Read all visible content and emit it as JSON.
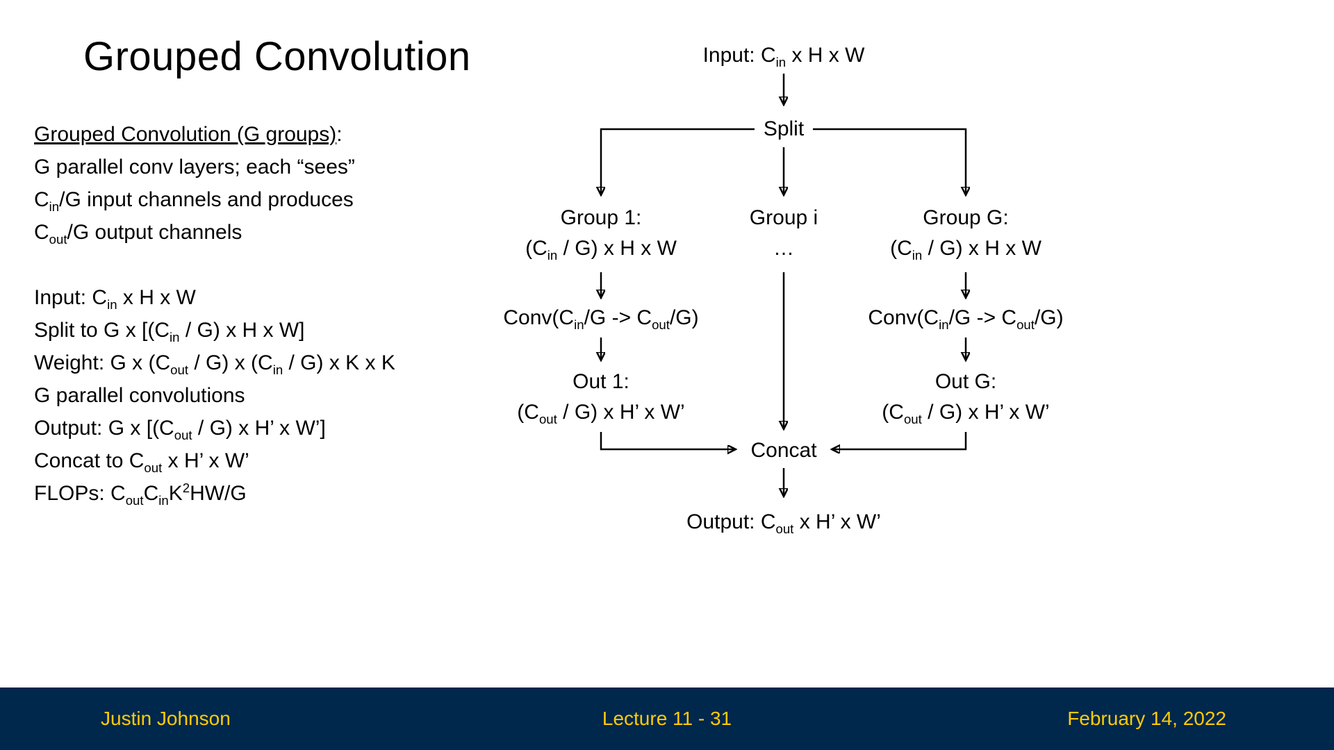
{
  "slide": {
    "title": "Grouped Convolution",
    "left": {
      "heading_underlined": "Grouped Convolution (G groups)",
      "heading_suffix": ":",
      "intro_lines": [
        "G parallel conv layers; each “sees”",
        "C_{in}/G input channels and produces",
        "C_{out}/G output channels"
      ],
      "detail_lines": [
        "Input: C_{in} x H x W",
        "Split to G x [(C_{in} / G) x H x W]",
        "Weight: G x (C_{out} / G) x (C_{in} / G) x K x K",
        "G parallel convolutions",
        "Output: G x [(C_{out} / G) x H’ x W’]",
        "Concat to C_{out} x H’ x W’",
        "FLOPs: C_{out}C_{in}K^{2}HW/G"
      ]
    },
    "diagram": {
      "input": "Input: C_{in} x H x W",
      "split": "Split",
      "group1_line1": "Group 1:",
      "group1_line2": "(C_{in} / G) x H x W",
      "groupi_line1": "Group i",
      "groupi_line2": "…",
      "groupG_line1": "Group G:",
      "groupG_line2": "(C_{in} / G) x H x W",
      "conv1": "Conv(C_{in}/G -> C_{out}/G)",
      "convG": "Conv(C_{in}/G -> C_{out}/G)",
      "out1_line1": "Out 1:",
      "out1_line2": "(C_{out} / G) x H’ x W’",
      "outG_line1": "Out G:",
      "outG_line2": "(C_{out} / G) x H’ x W’",
      "concat": "Concat",
      "output": "Output: C_{out} x H’ x W’"
    },
    "footer": {
      "author": "Justin Johnson",
      "lecture": "Lecture 11 - 31",
      "date": "February 14, 2022",
      "bg_color": "#00274C",
      "text_color": "#FFCB05"
    }
  }
}
